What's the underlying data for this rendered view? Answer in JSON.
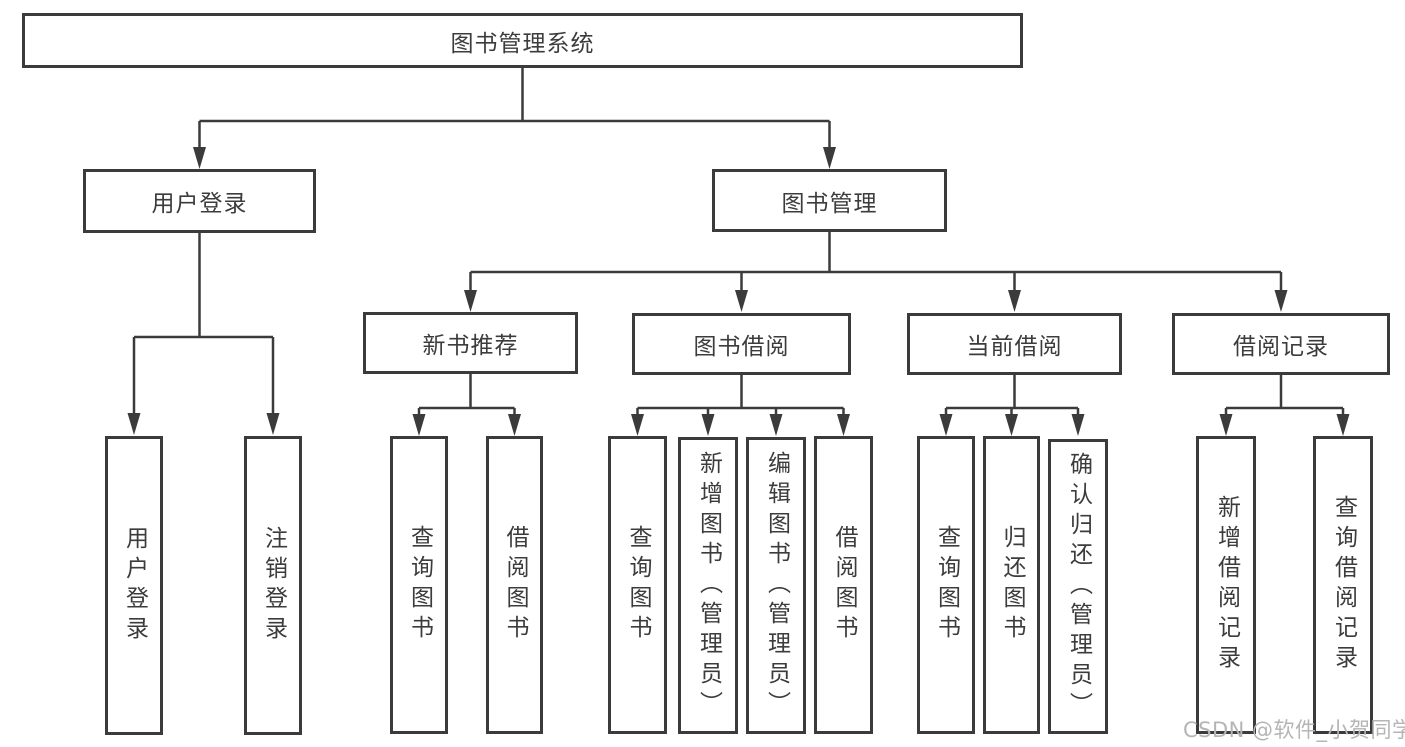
{
  "colors": {
    "line": "#3b3b3b",
    "box_border": "#3b3b3b",
    "text": "#3c3c3c",
    "watermark": "#b5b5b5",
    "background": "#ffffff"
  },
  "watermark": "CSDN @软件_小贺同学",
  "root": {
    "label": "图书管理系统"
  },
  "branches": [
    {
      "label": "用户登录",
      "children": [
        {
          "label": "用户登录"
        },
        {
          "label": "注销登录"
        }
      ]
    },
    {
      "label": "图书管理",
      "children": [
        {
          "label": "新书推荐",
          "children": [
            {
              "label": "查询图书"
            },
            {
              "label": "借阅图书"
            }
          ]
        },
        {
          "label": "图书借阅",
          "children": [
            {
              "label": "查询图书"
            },
            {
              "label": "新增图书（管理员）"
            },
            {
              "label": "编辑图书（管理员）"
            },
            {
              "label": "借阅图书"
            }
          ]
        },
        {
          "label": "当前借阅",
          "children": [
            {
              "label": "查询图书"
            },
            {
              "label": "归还图书"
            },
            {
              "label": "确认归还（管理员）"
            }
          ]
        },
        {
          "label": "借阅记录",
          "children": [
            {
              "label": "新增借阅记录"
            },
            {
              "label": "查询借阅记录"
            }
          ]
        }
      ]
    }
  ]
}
